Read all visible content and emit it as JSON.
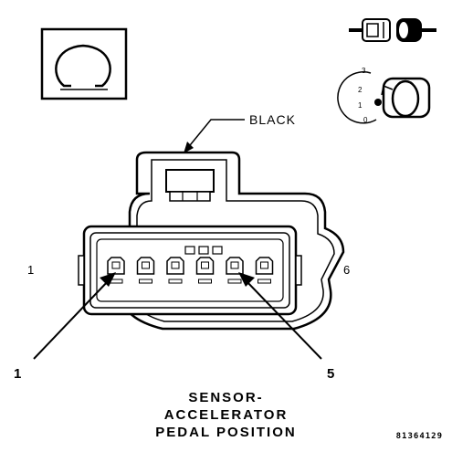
{
  "color_label": "BLACK",
  "side_left": "1",
  "side_right": "6",
  "callout_left": "1",
  "callout_right": "5",
  "key_positions": [
    "3",
    "2",
    "1",
    "0"
  ],
  "title_lines": [
    "SENSOR-",
    "ACCELERATOR",
    "PEDAL POSITION"
  ],
  "figure_number": "81364129",
  "icons": [
    "ohm-meter-icon",
    "connector-disconnect-icon",
    "ignition-key-icon"
  ],
  "colors": {
    "ink": "#000000",
    "background": "#ffffff"
  }
}
